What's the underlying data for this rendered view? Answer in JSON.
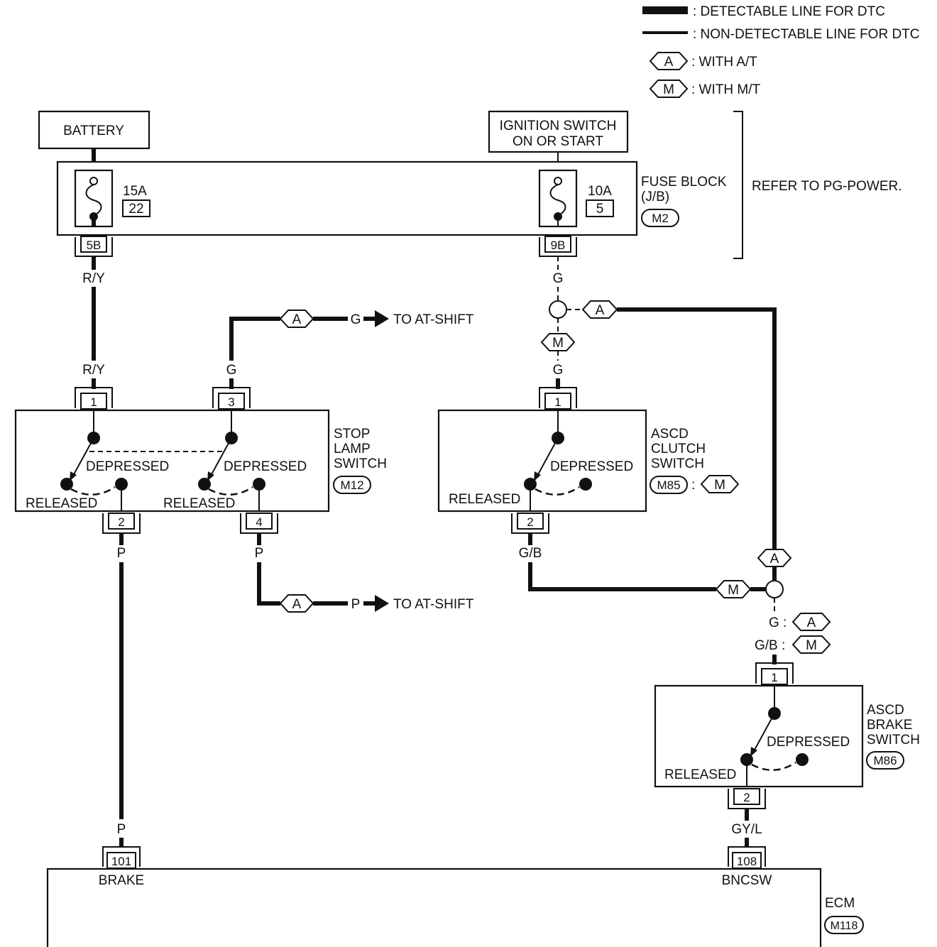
{
  "legend": {
    "detectable": ": DETECTABLE LINE FOR DTC",
    "non_detectable": ": NON-DETECTABLE LINE FOR DTC",
    "a_code": "A",
    "a_text": ": WITH A/T",
    "m_code": "M",
    "m_text": ": WITH M/T"
  },
  "power": {
    "battery": "BATTERY",
    "ignition_line1": "IGNITION SWITCH",
    "ignition_line2": "ON OR START",
    "refer": "REFER TO PG-POWER."
  },
  "fuse_block": {
    "name_line1": "FUSE BLOCK",
    "name_line2": "(J/B)",
    "connector": "M2",
    "fuse1_amp": "15A",
    "fuse1_num": "22",
    "fuse2_amp": "10A",
    "fuse2_num": "5",
    "term_left": "5B",
    "term_right": "9B"
  },
  "wires": {
    "ry": "R/Y",
    "g": "G",
    "p": "P",
    "gb": "G/B",
    "gyl": "GY/L",
    "g_colon": "G :",
    "gb_colon": "G/B :"
  },
  "at_shift": "TO AT-SHIFT",
  "stop_lamp": {
    "name_line1": "STOP",
    "name_line2": "LAMP",
    "name_line3": "SWITCH",
    "connector": "M12",
    "t1": "1",
    "t2": "2",
    "t3": "3",
    "t4": "4",
    "depressed": "DEPRESSED",
    "released": "RELEASED"
  },
  "ascd_clutch": {
    "name_line1": "ASCD",
    "name_line2": "CLUTCH",
    "name_line3": "SWITCH",
    "connector": "M85",
    "colon": ":",
    "t1": "1",
    "t2": "2",
    "depressed": "DEPRESSED",
    "released": "RELEASED"
  },
  "ascd_brake": {
    "name_line1": "ASCD",
    "name_line2": "BRAKE",
    "name_line3": "SWITCH",
    "connector": "M86",
    "t1": "1",
    "t2": "2",
    "depressed": "DEPRESSED",
    "released": "RELEASED"
  },
  "ecm": {
    "name": "ECM",
    "connector": "M118",
    "t101": "101",
    "t108": "108",
    "brake": "BRAKE",
    "bncsw": "BNCSW"
  }
}
